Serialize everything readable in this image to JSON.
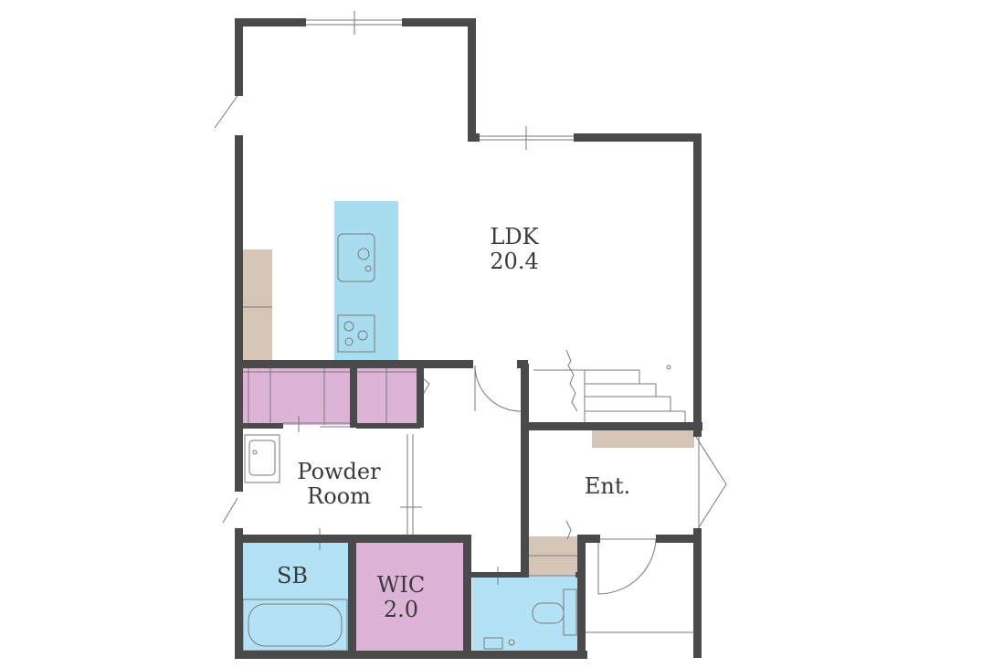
{
  "colors": {
    "wall": "#4a4a4a",
    "kitchen_blue": "#a8dcef",
    "storage_pink": "#ddb3d8",
    "shelf_tan": "#d5c6b7",
    "wet_area_blue": "#b3e1f5"
  },
  "rooms": {
    "ldk": {
      "name": "LDK",
      "size": "20.4"
    },
    "powder_room": {
      "line1": "Powder",
      "line2": "Room"
    },
    "sb": {
      "name": "SB"
    },
    "wic": {
      "name": "WIC",
      "size": "2.0"
    },
    "entrance": {
      "name": "Ent."
    }
  },
  "fixtures": [
    "kitchen-counter",
    "kitchen-sink-icon",
    "stove-icon",
    "cupboard",
    "closet-upper-left",
    "closet-upper-right",
    "washbasin-icon",
    "bathtub-icon",
    "toilet-icon",
    "staircase",
    "shoe-cabinet",
    "shoe-shelf"
  ]
}
